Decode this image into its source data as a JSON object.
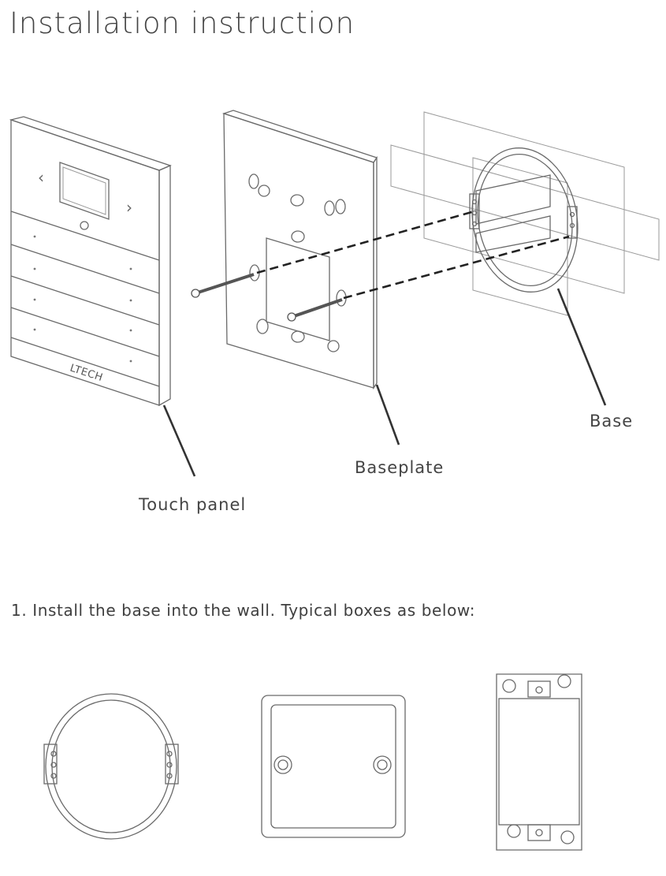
{
  "page": {
    "title": "Installation instruction",
    "labels": {
      "touch_panel": "Touch panel",
      "baseplate": "Baseplate",
      "base": "Base"
    },
    "panel_brand": "LTECH",
    "panel_nav_left": "‹",
    "panel_nav_right": "›",
    "step1": "1. Install the base into the wall. Typical boxes as below:"
  },
  "colors": {
    "line": "#6a6a6a",
    "leader": "#333333",
    "text": "#444444"
  }
}
